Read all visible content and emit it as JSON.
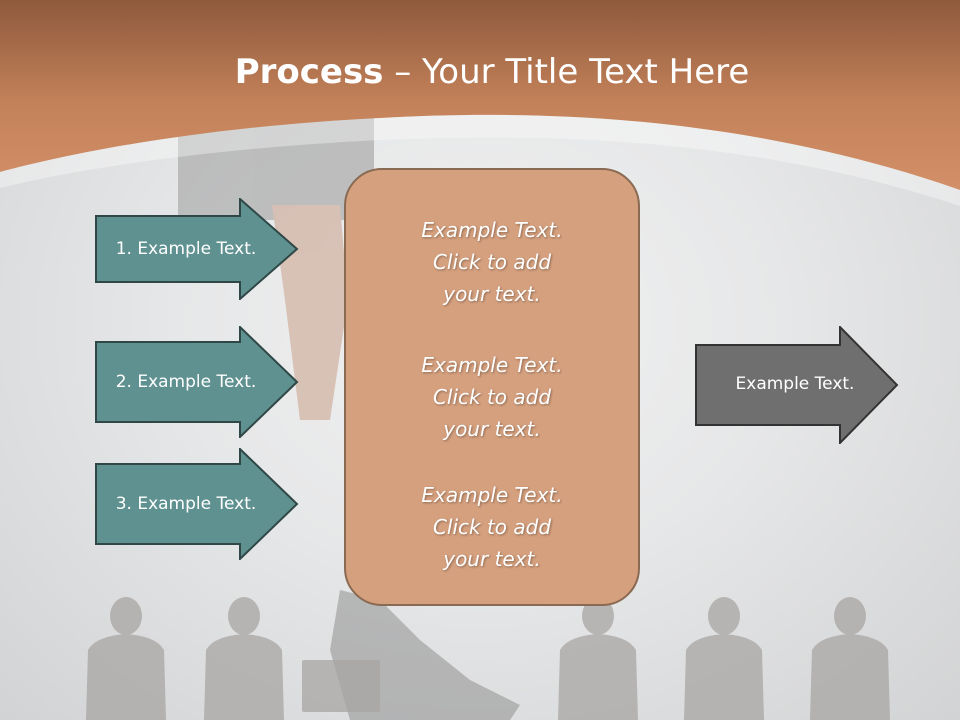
{
  "slide": {
    "title_bold": "Process",
    "title_rest": " – Your Title Text Here",
    "left_arrows": [
      {
        "label": "1. Example Text."
      },
      {
        "label": "2. Example Text."
      },
      {
        "label": "3. Example Text."
      }
    ],
    "center_box": {
      "blocks": [
        {
          "line1": "Example Text.",
          "line2": "Click  to add",
          "line3": "your text."
        },
        {
          "line1": "Example Text.",
          "line2": "Click  to add",
          "line3": "your text."
        },
        {
          "line1": "Example Text.",
          "line2": "Click  to add",
          "line3": "your text."
        }
      ]
    },
    "right_arrow": {
      "label": "Example Text."
    }
  },
  "colors": {
    "header_orange": "#c4825a",
    "teal_arrow": "#5f9190",
    "center_box": "#d5a07e",
    "gray_arrow": "#6f6f6f"
  }
}
